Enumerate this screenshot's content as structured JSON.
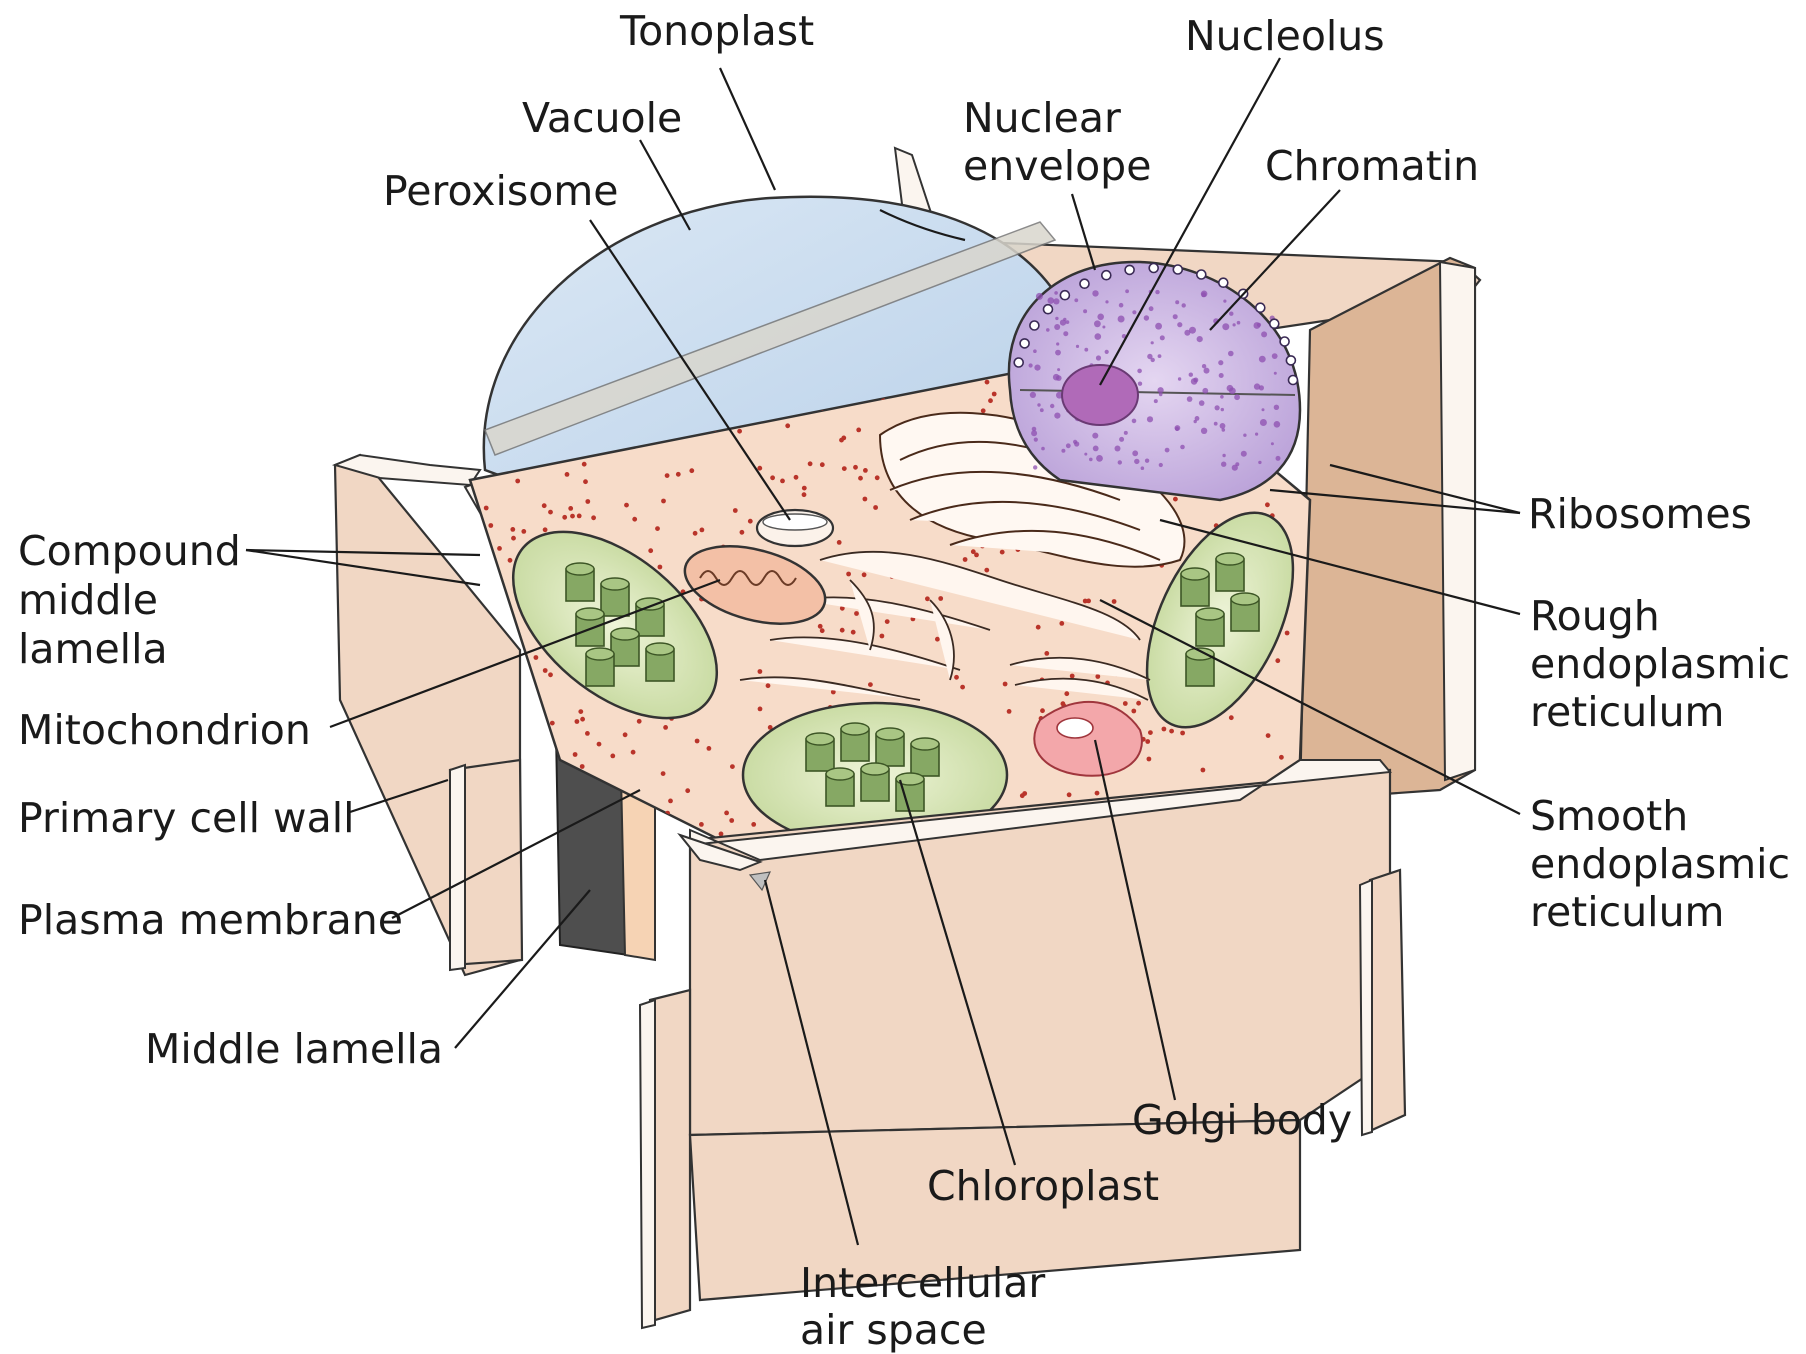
{
  "diagram": {
    "labels": {
      "tonoplast": "Tonoplast",
      "nucleolus": "Nucleolus",
      "vacuole": "Vacuole",
      "nuclear_envelope_1": "Nuclear",
      "nuclear_envelope_2": "envelope",
      "chromatin": "Chromatin",
      "peroxisome": "Peroxisome",
      "ribosomes": "Ribosomes",
      "compound_middle_lamella_1": "Compound",
      "compound_middle_lamella_2": "middle",
      "compound_middle_lamella_3": "lamella",
      "rough_er_1": "Rough",
      "rough_er_2": "endoplasmic",
      "rough_er_3": "reticulum",
      "mitochondrion": "Mitochondrion",
      "primary_cell_wall": "Primary cell wall",
      "smooth_er_1": "Smooth",
      "smooth_er_2": "endoplasmic",
      "smooth_er_3": "reticulum",
      "plasma_membrane": "Plasma membrane",
      "middle_lamella": "Middle lamella",
      "golgi_body": "Golgi body",
      "chloroplast": "Chloroplast",
      "intercellular_air_space_1": "Intercellular",
      "intercellular_air_space_2": "air space"
    },
    "colors": {
      "vacuole": "#c9dcef",
      "cell_wall": "#f1d7c4",
      "cytoplasm": "#f7dcc9",
      "chloroplast": "#d8e6b4",
      "nucleus": "#d6c4e8",
      "golgi": "#f2a2a6",
      "ribosome_dots": "#b9342a"
    }
  }
}
